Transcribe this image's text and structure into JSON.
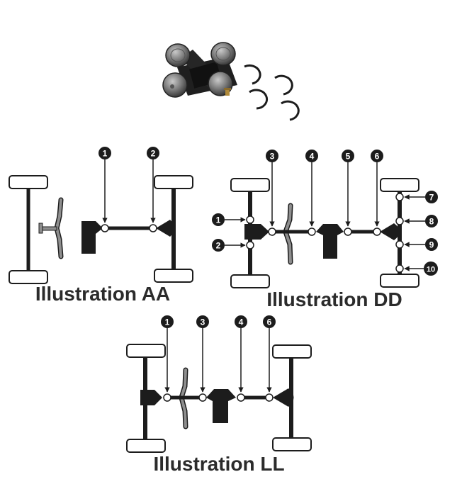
{
  "product": {
    "name": "universal-joint-with-snap-rings",
    "snap_ring_count": 4
  },
  "colors": {
    "line": "#1c1c1c",
    "joint_fill": "#ffffff",
    "gray_part": "#8e8e8e",
    "label_text": "#2b2b2b",
    "badge_fill": "#1c1c1c",
    "badge_text": "#ffffff"
  },
  "illustrations": [
    {
      "id": "AA",
      "title": "Illustration AA",
      "callouts": [
        "1",
        "2"
      ]
    },
    {
      "id": "DD",
      "title": "Illustration DD",
      "callouts": [
        "1",
        "2",
        "3",
        "4",
        "5",
        "6",
        "7",
        "8",
        "9",
        "10"
      ]
    },
    {
      "id": "LL",
      "title": "Illustration LL",
      "callouts": [
        "1",
        "3",
        "4",
        "6"
      ]
    }
  ]
}
